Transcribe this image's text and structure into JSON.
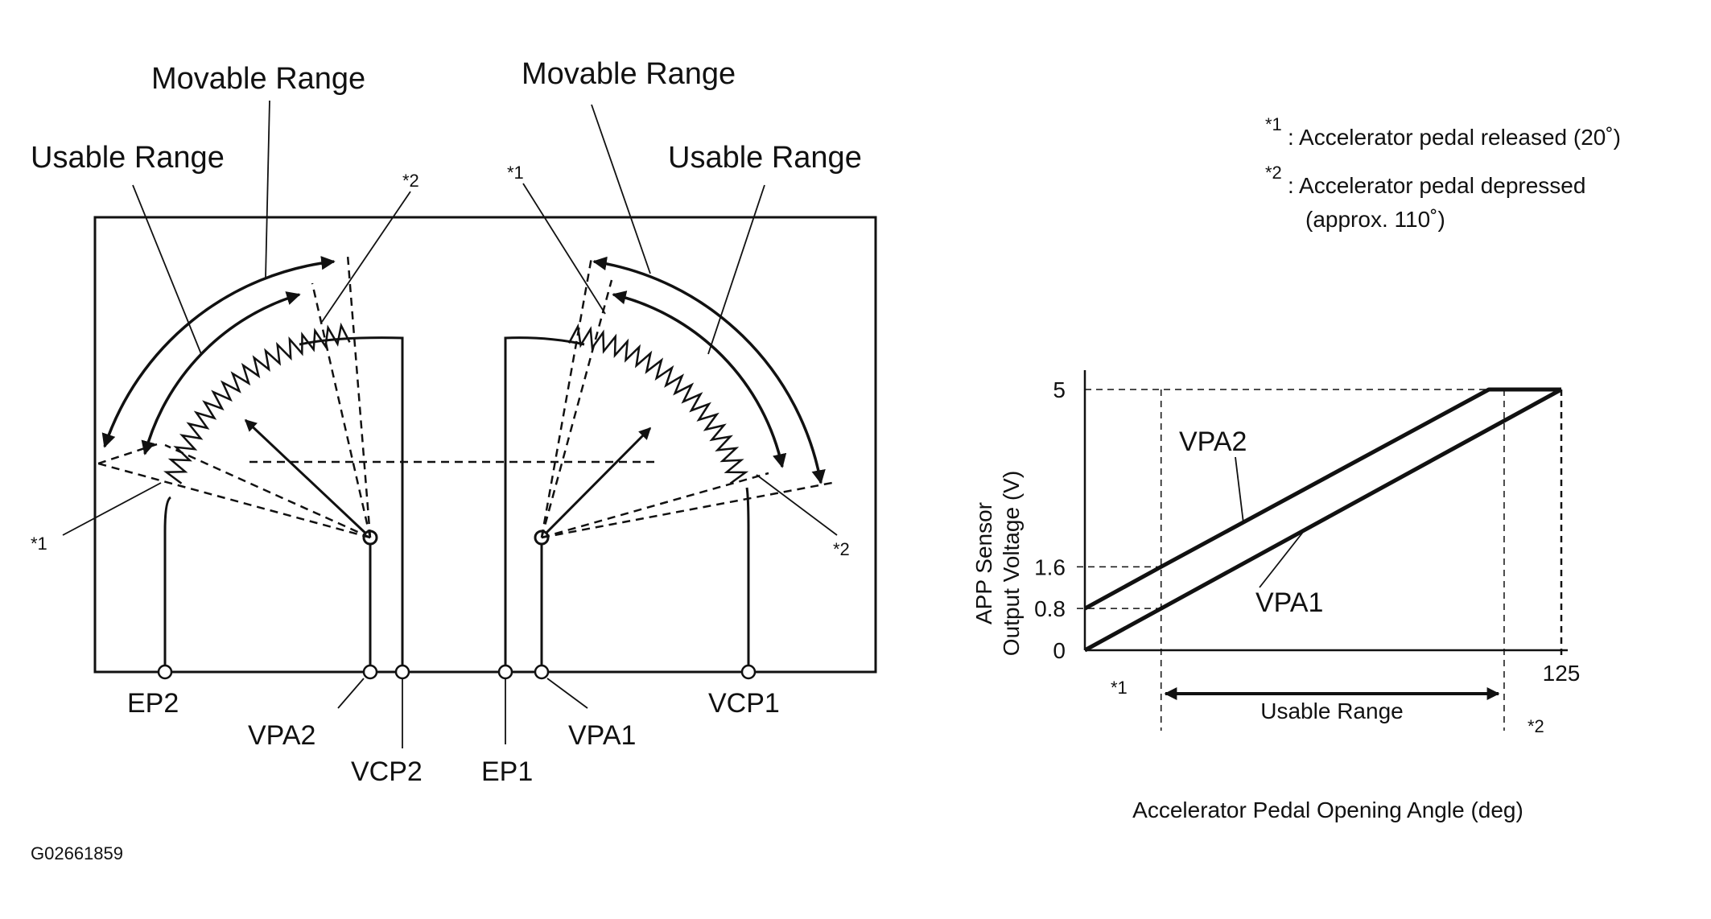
{
  "colors": {
    "ink": "#111111",
    "background": "#ffffff"
  },
  "sensor_diagram": {
    "movable_range_left": "Movable Range",
    "movable_range_right": "Movable Range",
    "usable_range_left": "Usable Range",
    "usable_range_right": "Usable Range",
    "marker_1": "*1",
    "marker_2": "*2",
    "terminals": {
      "ep2": "EP2",
      "vpa2": "VPA2",
      "vcp2": "VCP2",
      "ep1": "EP1",
      "vpa1": "VPA1",
      "vcp1": "VCP1"
    }
  },
  "notes": {
    "note1_marker": "*1",
    "note1_text": ": Accelerator pedal released (20˚)",
    "note2_marker": "*2",
    "note2_text": ": Accelerator pedal depressed",
    "note2_text_cont": "(approx. 110˚)"
  },
  "chart_data": {
    "type": "line",
    "ylabel_line1": "APP Sensor",
    "ylabel_line2": "Output Voltage (V)",
    "xlabel": "Accelerator Pedal Opening Angle (deg)",
    "y_ticks": [
      "5",
      "1.6",
      "0.8",
      "0"
    ],
    "x_ticks": [
      "125"
    ],
    "xlim": [
      0,
      125
    ],
    "ylim": [
      0,
      5
    ],
    "series": [
      {
        "name": "VPA1",
        "x": [
          0,
          20,
          110,
          125
        ],
        "y": [
          0,
          0.8,
          4.4,
          5
        ]
      },
      {
        "name": "VPA2",
        "x": [
          0,
          20,
          106,
          125
        ],
        "y": [
          0.8,
          1.6,
          5,
          5
        ]
      }
    ],
    "markers": {
      "released": "*1",
      "depressed": "*2"
    },
    "usable_range_label": "Usable Range"
  },
  "figure_code": "G02661859"
}
